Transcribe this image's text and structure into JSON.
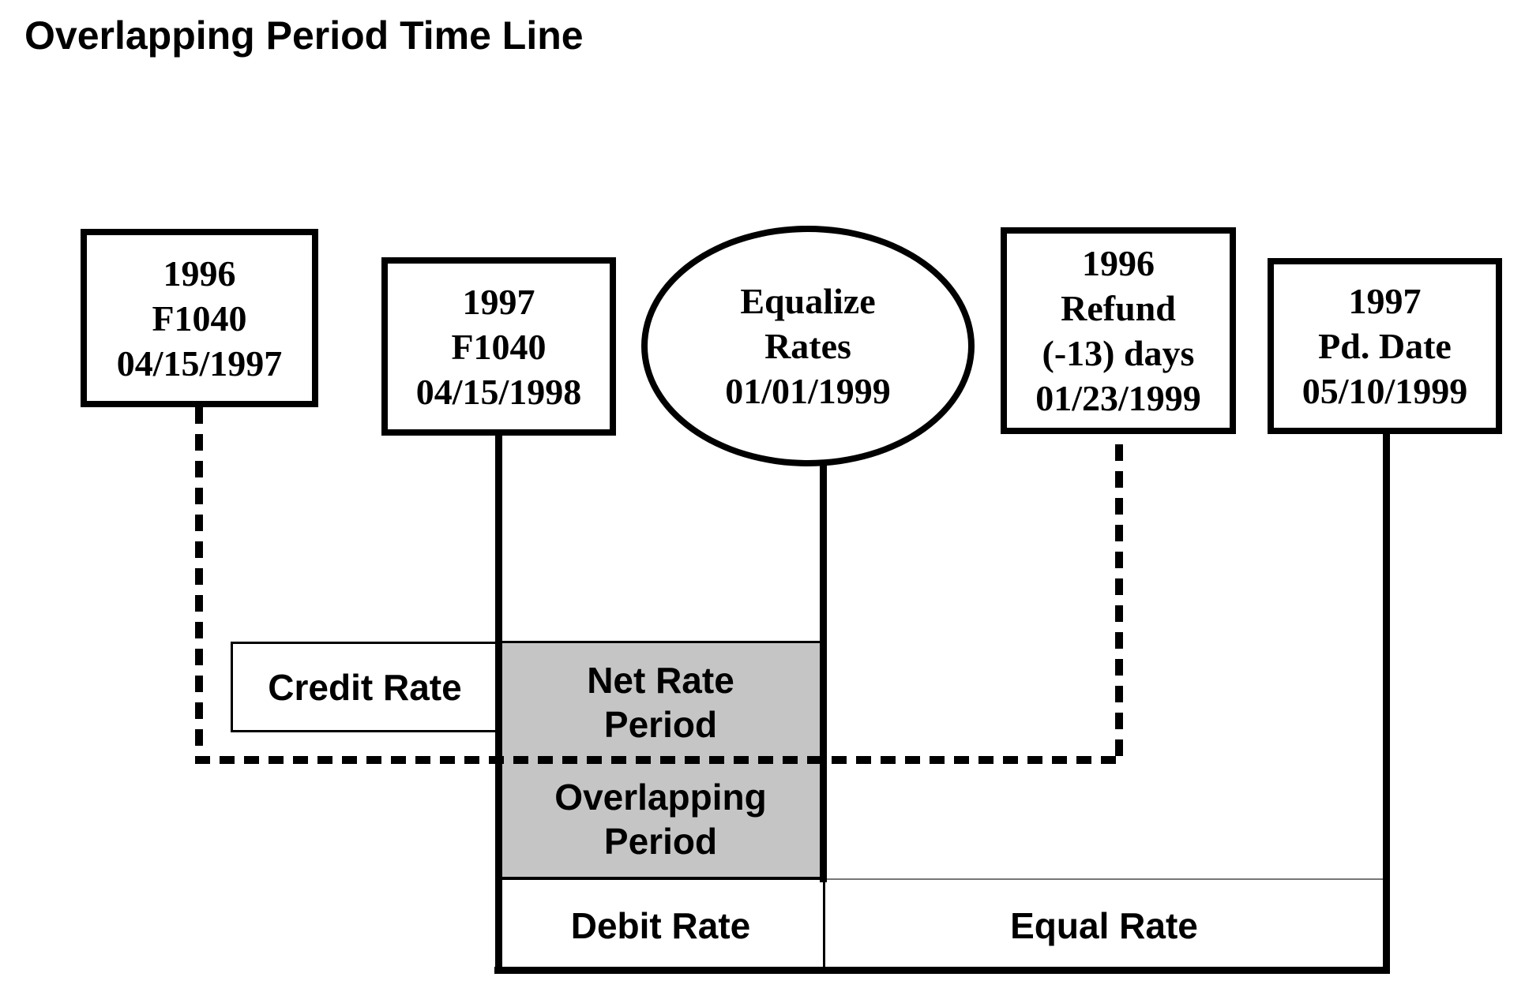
{
  "title": "Overlapping Period Time Line",
  "nodes": {
    "f1040_1996": {
      "shape": "rect",
      "lines": [
        "1996",
        "F1040",
        "04/15/1997"
      ]
    },
    "f1040_1997": {
      "shape": "rect",
      "lines": [
        "1997",
        "F1040",
        "04/15/1998"
      ]
    },
    "equalize": {
      "shape": "ellipse",
      "lines": [
        "Equalize",
        "Rates",
        "01/01/1999"
      ]
    },
    "refund_1996": {
      "shape": "rect",
      "lines": [
        "1996",
        "Refund",
        "(-13) days",
        "01/23/1999"
      ]
    },
    "pd_date_1997": {
      "shape": "rect",
      "lines": [
        "1997",
        "Pd. Date",
        "05/10/1999"
      ]
    }
  },
  "periods": {
    "credit": "Credit Rate",
    "net": {
      "lines": [
        "Net Rate",
        "Period"
      ]
    },
    "overlapping": {
      "lines": [
        "Overlapping",
        "Period"
      ]
    },
    "debit": "Debit Rate",
    "equal": "Equal Rate"
  },
  "colors": {
    "shade": "#c5c5c5",
    "line": "#000000"
  }
}
